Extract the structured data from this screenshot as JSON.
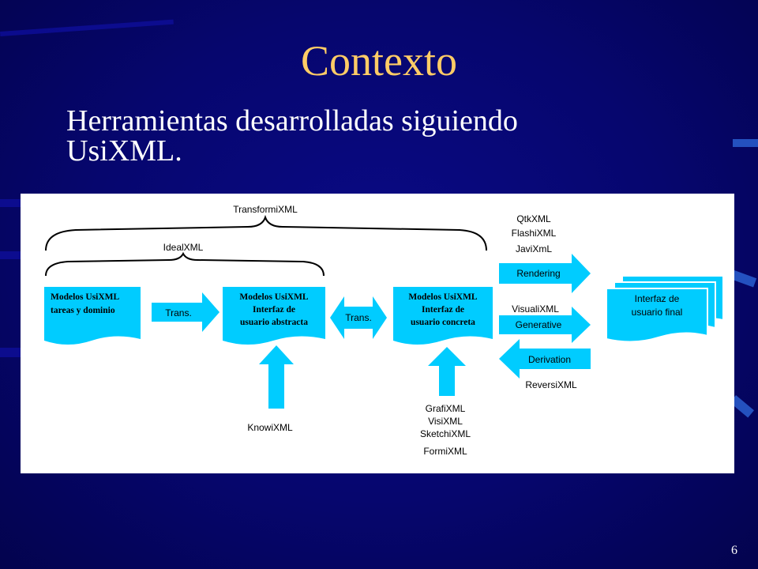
{
  "slide": {
    "title": "Contexto",
    "bullet_line1": "Herramientas desarrolladas siguiendo",
    "bullet_line2": "UsiXML.",
    "page_number": "6"
  },
  "colors": {
    "background": "#06066e",
    "title": "#ffcc66",
    "text": "#ffffff",
    "shape_fill": "#00ccff"
  },
  "diagram": {
    "brace_outer_label": "TransformiXML",
    "brace_inner_label": "IdealXML",
    "box1": {
      "line1": "Modelos UsiXML",
      "line2": "tareas y dominio"
    },
    "box2": {
      "line1": "Modelos UsiXML",
      "line2": "Interfaz de",
      "line3": "usuario abstracta"
    },
    "box3": {
      "line1": "Modelos UsiXML",
      "line2": "Interfaz de",
      "line3": "usuario concreta"
    },
    "box_final": {
      "line1": "Interfaz de",
      "line2": "usuario final"
    },
    "arrow_trans1": "Trans.",
    "arrow_trans2": "Trans.",
    "arrow_rendering": "Rendering",
    "arrow_generative": "Generative",
    "arrow_derivation": "Derivation",
    "tools_rendering": [
      "QtkXML",
      "FlashiXML",
      "JaviXmL"
    ],
    "tool_generative": "VisualiXML",
    "tool_derivation": "ReversiXML",
    "tool_abstract": "KnowiXML",
    "tools_concrete": [
      "GrafiXML",
      "VisiXML",
      "SketchiXML",
      "FormiXML"
    ]
  }
}
